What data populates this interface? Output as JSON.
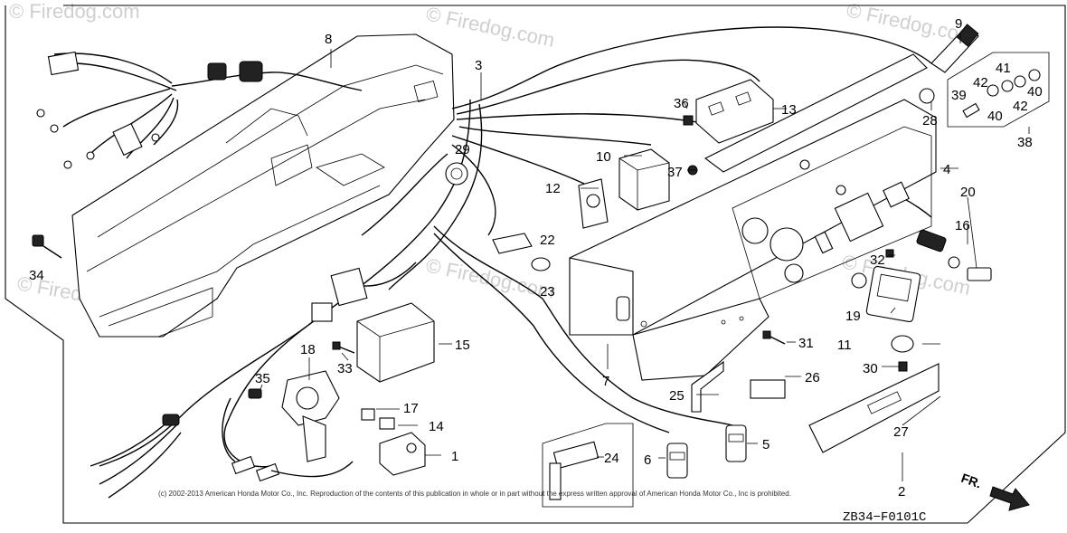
{
  "watermarks": [
    "© Firedog.com",
    "© Firedog.com",
    "© Firedog.com",
    "© Firedog.com",
    "© Firedog.com",
    "© Firedog.com"
  ],
  "copyright": "(c) 2002-2013 American Honda Motor Co., Inc. Reproduction of the contents of this publication in whole or in part without the express written approval of American Honda Motor Co., Inc is prohibited.",
  "figure_code": "ZB34−F0101C",
  "direction_label": "FR.",
  "callouts": [
    {
      "id": "1",
      "label": "1"
    },
    {
      "id": "2",
      "label": "2"
    },
    {
      "id": "3",
      "label": "3"
    },
    {
      "id": "4",
      "label": "4"
    },
    {
      "id": "5",
      "label": "5"
    },
    {
      "id": "6",
      "label": "6"
    },
    {
      "id": "7",
      "label": "7"
    },
    {
      "id": "8",
      "label": "8"
    },
    {
      "id": "9",
      "label": "9"
    },
    {
      "id": "10",
      "label": "10"
    },
    {
      "id": "11",
      "label": "11"
    },
    {
      "id": "12",
      "label": "12"
    },
    {
      "id": "13",
      "label": "13"
    },
    {
      "id": "14",
      "label": "14"
    },
    {
      "id": "15",
      "label": "15"
    },
    {
      "id": "16",
      "label": "16"
    },
    {
      "id": "17",
      "label": "17"
    },
    {
      "id": "18",
      "label": "18"
    },
    {
      "id": "19",
      "label": "19"
    },
    {
      "id": "20",
      "label": "20"
    },
    {
      "id": "22",
      "label": "22"
    },
    {
      "id": "23",
      "label": "23"
    },
    {
      "id": "24",
      "label": "24"
    },
    {
      "id": "25",
      "label": "25"
    },
    {
      "id": "26",
      "label": "26"
    },
    {
      "id": "27",
      "label": "27"
    },
    {
      "id": "28",
      "label": "28"
    },
    {
      "id": "29",
      "label": "29"
    },
    {
      "id": "30",
      "label": "30"
    },
    {
      "id": "31",
      "label": "31"
    },
    {
      "id": "32",
      "label": "32"
    },
    {
      "id": "33",
      "label": "33"
    },
    {
      "id": "34",
      "label": "34"
    },
    {
      "id": "35",
      "label": "35"
    },
    {
      "id": "36",
      "label": "36"
    },
    {
      "id": "37",
      "label": "37"
    },
    {
      "id": "38",
      "label": "38"
    },
    {
      "id": "39",
      "label": "39"
    },
    {
      "id": "40a",
      "label": "40"
    },
    {
      "id": "40b",
      "label": "40"
    },
    {
      "id": "41",
      "label": "41"
    },
    {
      "id": "42a",
      "label": "42"
    },
    {
      "id": "42b",
      "label": "42"
    }
  ]
}
